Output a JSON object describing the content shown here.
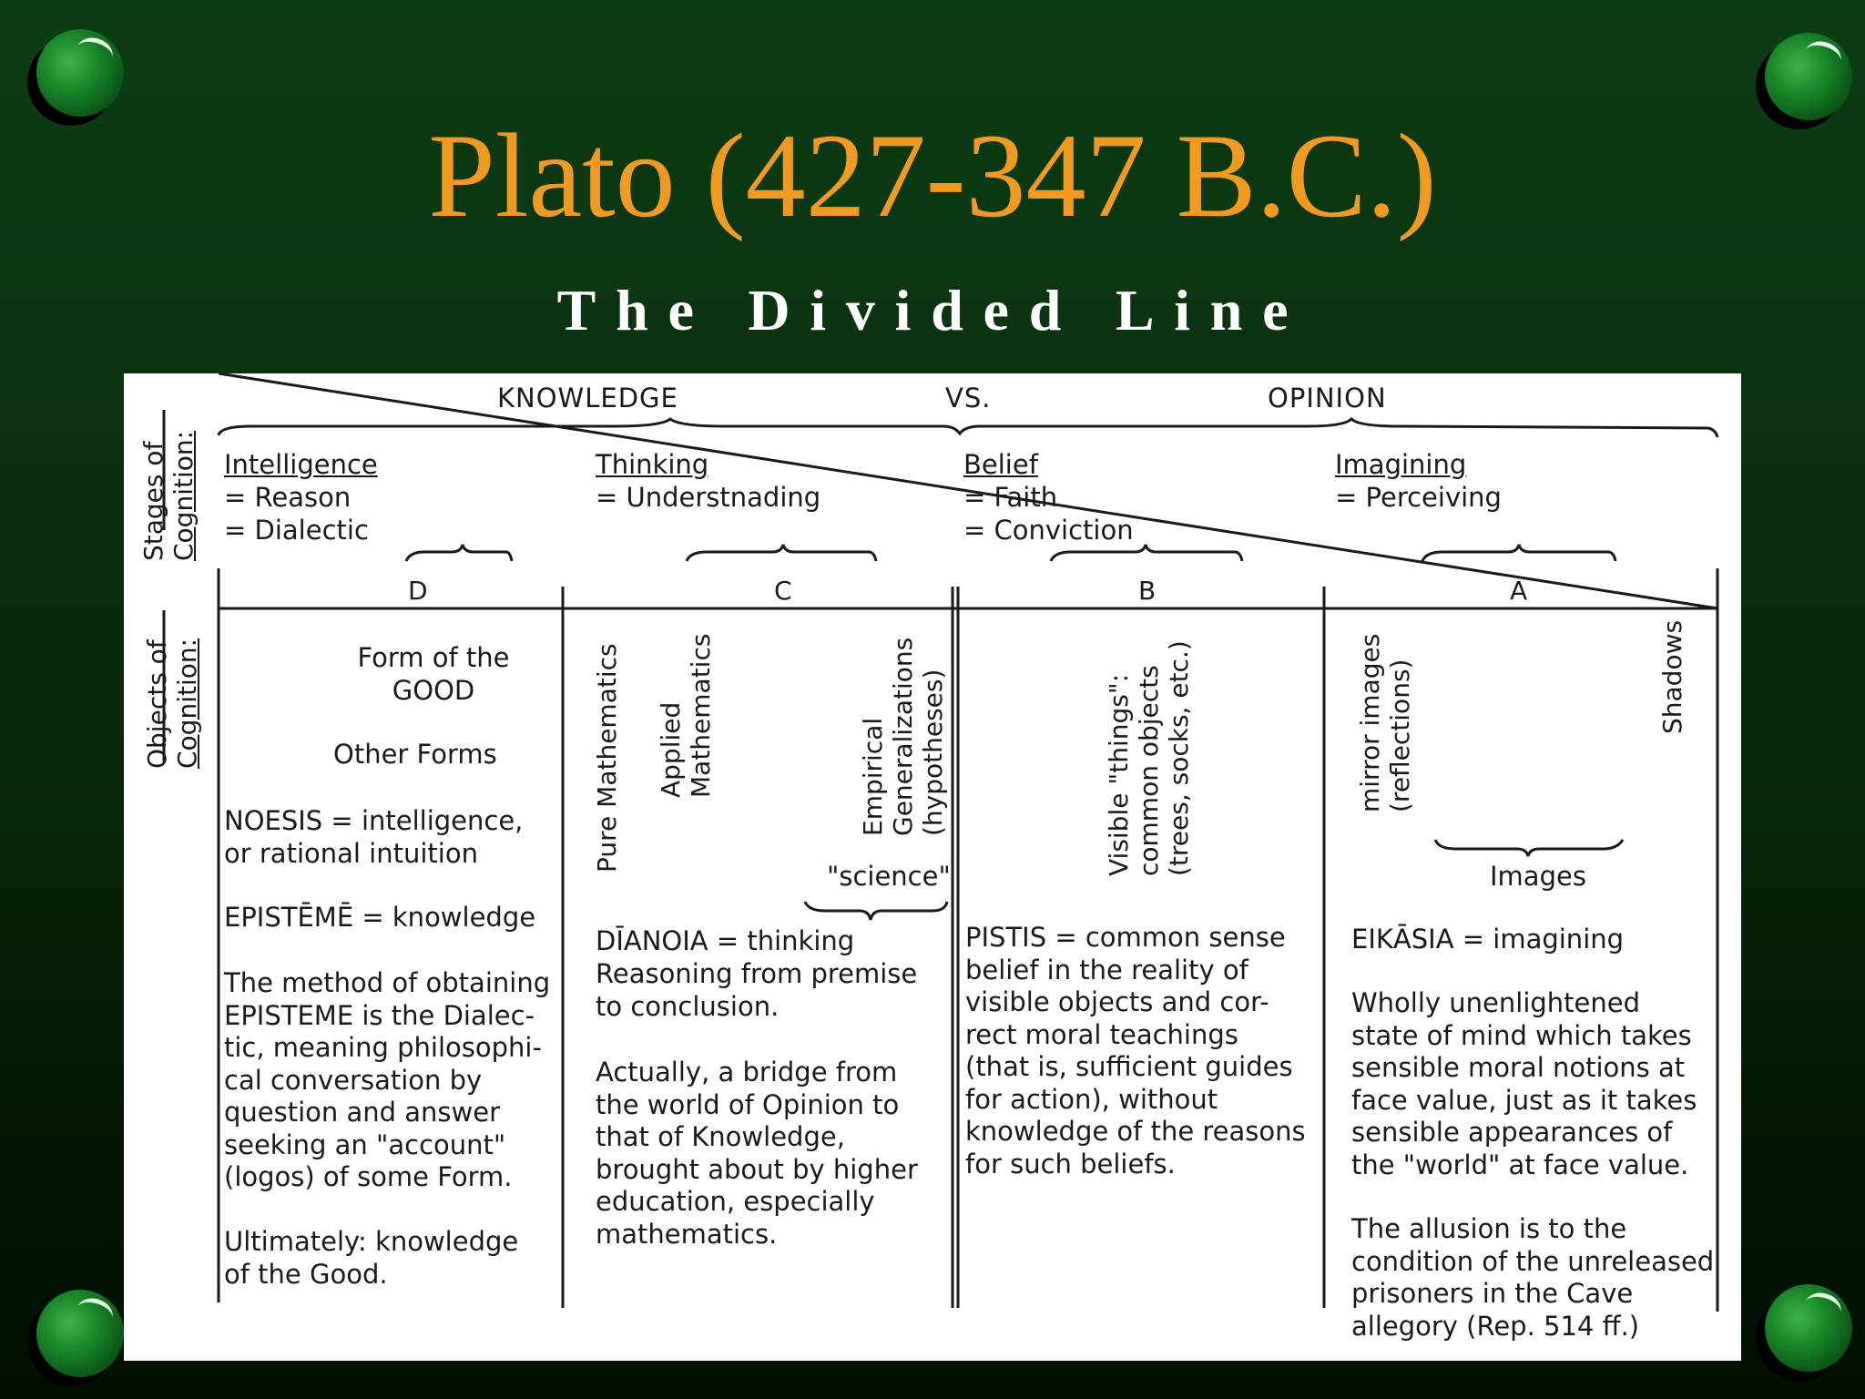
{
  "title": "Plato (427-347 B.C.)",
  "subtitle": "The Divided Line",
  "diagram": {
    "top_labels": {
      "knowledge": "KNOWLEDGE",
      "vs": "VS.",
      "opinion": "OPINION"
    },
    "side_labels": {
      "stages_line1": "Stages of",
      "stages_line2": "Cognition:",
      "objects_line1": "Objects of",
      "objects_line2": "Cognition:"
    },
    "stages": [
      {
        "title": "Intelligence",
        "line1": "= Reason",
        "line2": "= Dialectic"
      },
      {
        "title": "Thinking",
        "line1": "= Understnading",
        "line2": ""
      },
      {
        "title": "Belief",
        "line1": "= Faith",
        "line2": "= Conviction"
      },
      {
        "title": "Imagining",
        "line1": "= Perceiving",
        "line2": ""
      }
    ],
    "section_letters": [
      "D",
      "C",
      "B",
      "A"
    ],
    "objects": {
      "d_form_line1": "Form of the",
      "d_form_line2": "GOOD",
      "d_other": "Other Forms",
      "c_pure": "Pure Mathematics",
      "c_applied1": "Applied",
      "c_applied2": "Mathematics",
      "c_empirical1": "Empirical",
      "c_empirical2": "Generalizations",
      "c_empirical3": "(hypotheses)",
      "c_science": "\"science\"",
      "b_visible1": "Visible \"things\":",
      "b_visible2": "common objects",
      "b_visible3": "(trees, socks, etc.)",
      "a_mirror1": "mirror images",
      "a_mirror2": "(reflections)",
      "a_shadows": "Shadows",
      "a_images": "Images"
    },
    "descriptions": {
      "d": {
        "noesis1": "NOESIS = intelligence,",
        "noesis2": "or rational intuition",
        "episteme": "EPISTĒMĒ = knowledge",
        "method": [
          "The method of obtaining",
          "EPISTEME is the Dialec-",
          "tic, meaning philosophi-",
          "cal conversation by",
          "question and answer",
          "seeking an \"account\"",
          "(logos) of some Form."
        ],
        "ultimately": [
          "Ultimately:  knowledge",
          "of the Good."
        ]
      },
      "c": {
        "dianoia": "DĪANOIA = thinking",
        "reasoning": [
          "Reasoning from premise",
          "to conclusion."
        ],
        "bridge": [
          "Actually, a bridge from",
          "the world of Opinion to",
          "that of Knowledge,",
          "brought about by higher",
          "education, especially",
          "mathematics."
        ]
      },
      "b": {
        "pistis": [
          "PISTIS = common sense",
          "belief in the reality of",
          "visible objects and cor-",
          "rect moral teachings",
          "(that is, sufficient guides",
          "for action), without",
          "knowledge of the reasons",
          "for such beliefs."
        ]
      },
      "a": {
        "eikasia": "EIKĀSIA = imagining",
        "wholly": [
          "Wholly unenlightened",
          "state of mind which takes",
          "sensible moral notions at",
          "face value, just as it takes",
          "sensible appearances of",
          "the \"world\" at face value."
        ],
        "allusion": [
          "The allusion is to the",
          "condition of the unreleased",
          "prisoners in the Cave",
          "allegory (Rep. 514 ff.)"
        ]
      }
    }
  }
}
